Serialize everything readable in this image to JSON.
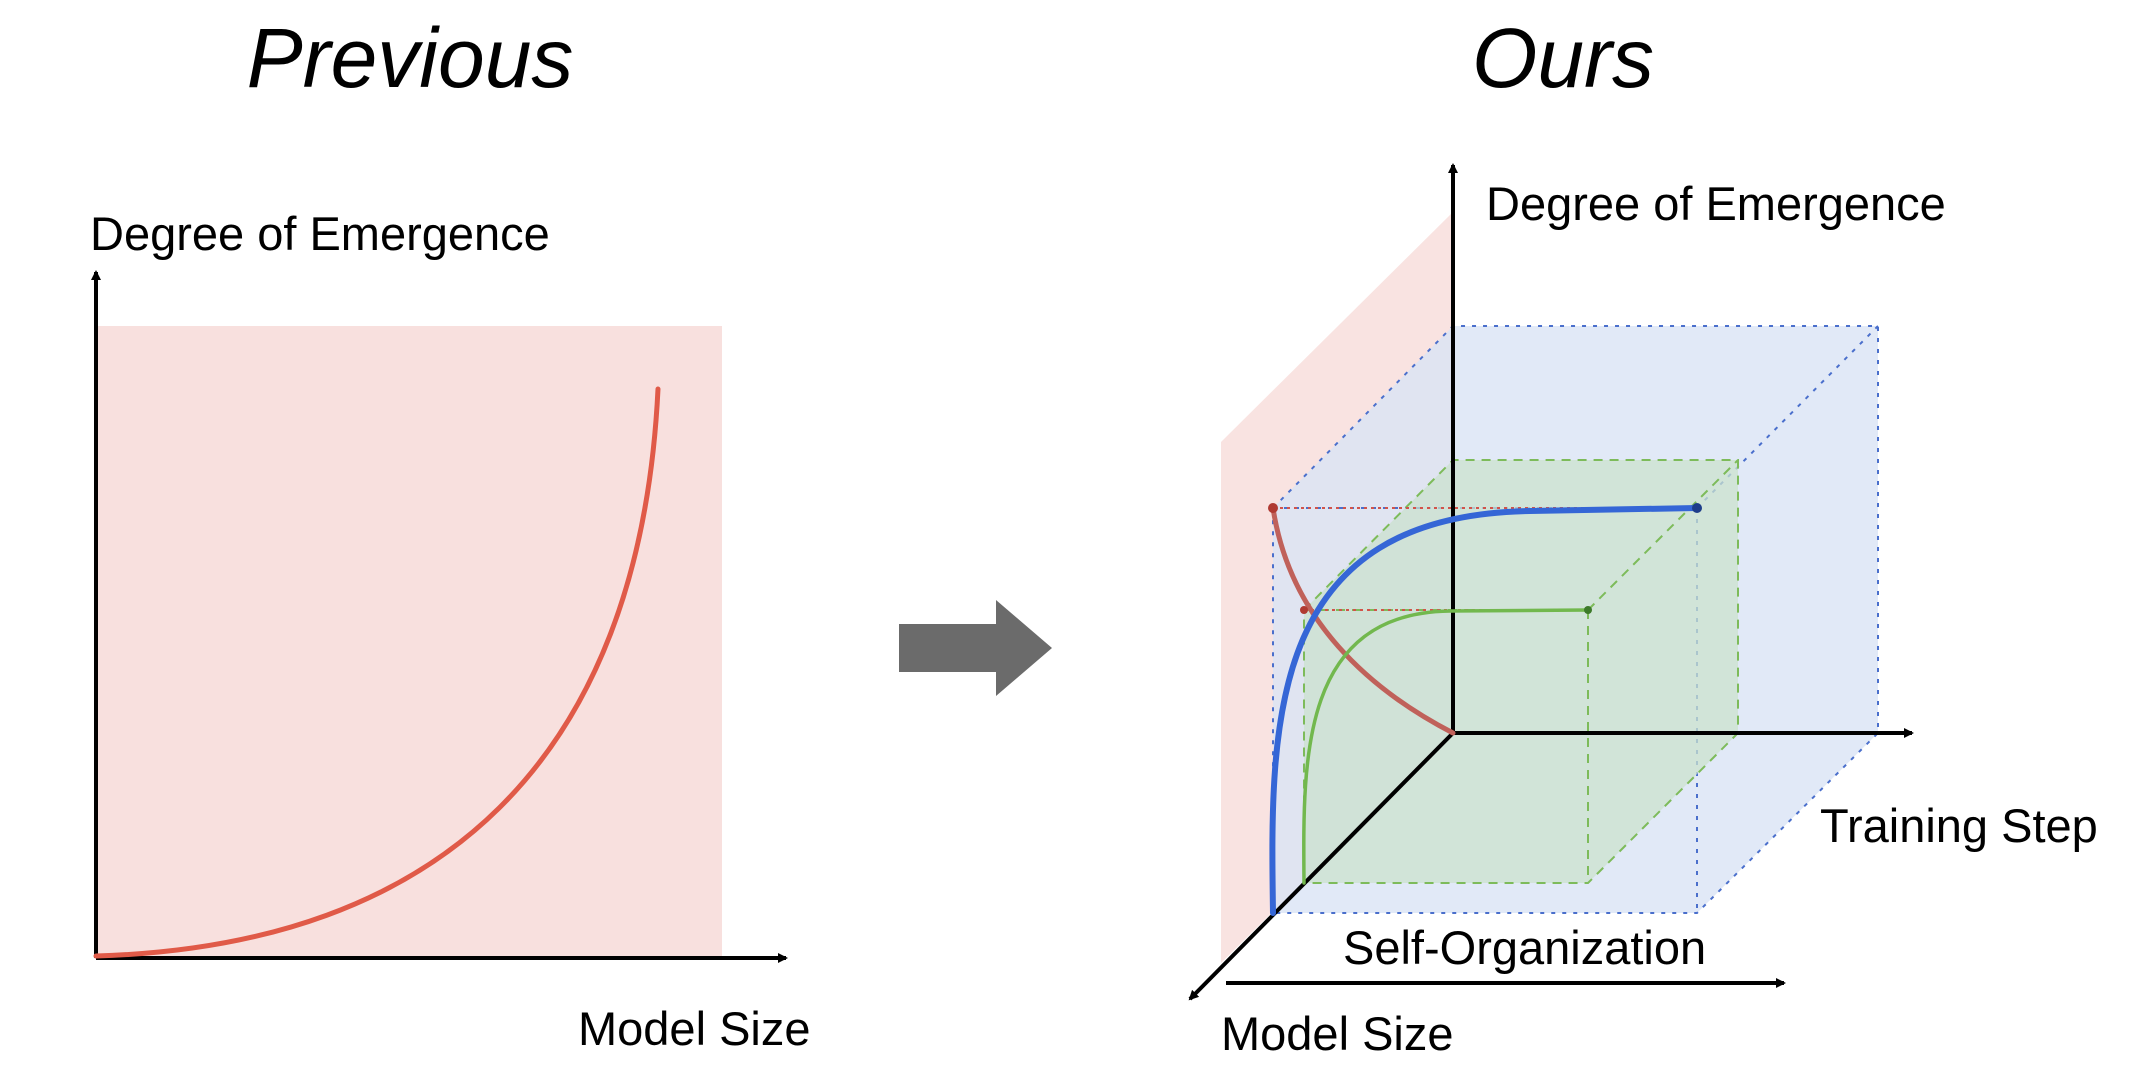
{
  "left_panel": {
    "title": "Previous",
    "y_axis_label": "Degree of Emergence",
    "x_axis_label": "Model Size"
  },
  "right_panel": {
    "title": "Ours",
    "vertical_axis_label": "Degree of Emergence",
    "depth_axis_label": "Training Step",
    "bottom_label": "Self-Organization",
    "diagonal_axis_label": "Model Size"
  },
  "colors": {
    "pink_plane": "#f8e0de",
    "red_curve": "#e05a48",
    "red_curve_3d": "#c0615a",
    "blue_box": "#dbe6f6",
    "blue_curve": "#3566d6",
    "green_box": "#cfe3d3",
    "green_curve": "#72b84e",
    "arrow": "#6b6b6b"
  }
}
